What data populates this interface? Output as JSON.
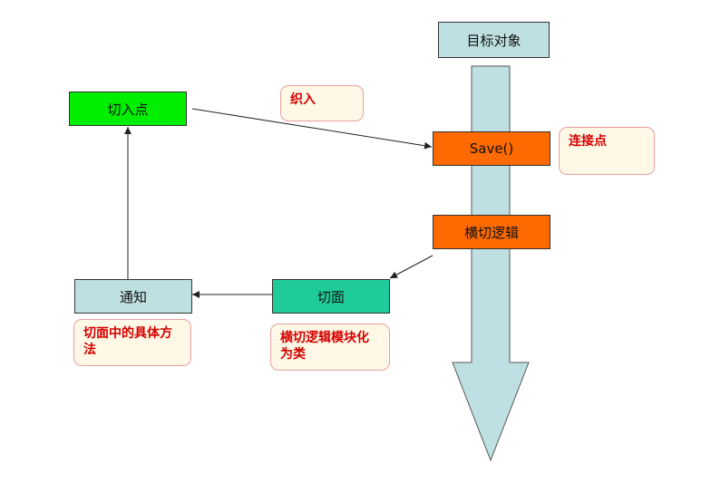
{
  "nodes": {
    "target": {
      "label": "目标对象",
      "color": "#bfe0e2"
    },
    "pointcut": {
      "label": "切入点",
      "color": "#00ee00"
    },
    "save": {
      "label": "Save()",
      "color": "#ff6a00"
    },
    "crosscut": {
      "label": "横切逻辑",
      "color": "#ff6a00"
    },
    "aspect": {
      "label": "切面",
      "color": "#1fcc99"
    },
    "advice": {
      "label": "通知",
      "color": "#bfe0e2"
    }
  },
  "notes": {
    "weave": "织入",
    "joinpoint": "连接点",
    "advice_desc": "切面中的具体方法",
    "aspect_desc": "横切逻辑模块化为类"
  },
  "colors": {
    "arrow_fill": "#bfe0e2",
    "note_text": "#d40000",
    "note_bg": "#fff8e6",
    "note_border": "#e8a0a0"
  }
}
